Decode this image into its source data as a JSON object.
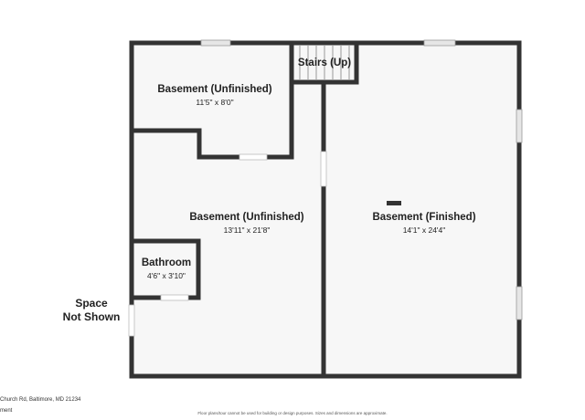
{
  "rooms": [
    {
      "name": "Basement (Unfinished)",
      "dims": "11'5\" x 8'0\""
    },
    {
      "name": "Stairs (Up)",
      "dims": ""
    },
    {
      "name": "Basement (Unfinished)",
      "dims": "13'11\" x 21'8\""
    },
    {
      "name": "Basement (Finished)",
      "dims": "14'1\" x 24'4\""
    },
    {
      "name": "Bathroom",
      "dims": "4'6\" x 3'10\""
    }
  ],
  "space_note": {
    "line1": "Space",
    "line2": "Not Shown"
  },
  "footer": {
    "address": "Church Rd, Baltimore, MD 21234",
    "subtitle": "ment",
    "disclaimer": "Floor plans/tour cannot be used for building or design purposes. Sizes and dimensions are approximate."
  },
  "colors": {
    "wall": "#333333",
    "floor": "#f7f7f7",
    "window": "#e6e6e6"
  }
}
